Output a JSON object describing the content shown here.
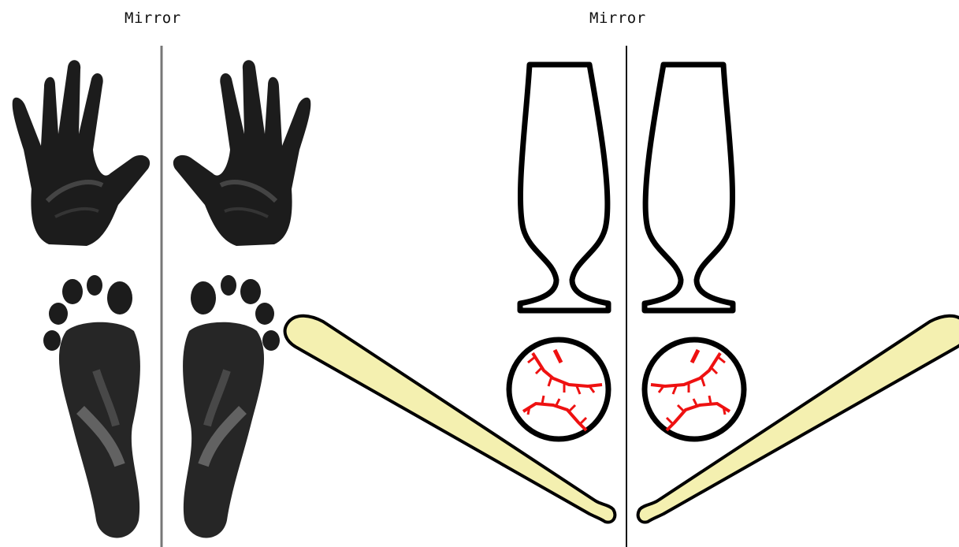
{
  "labels": {
    "left_mirror": "Mirror",
    "right_mirror": "Mirror"
  },
  "colors": {
    "print_ink": "#1c1c1c",
    "outline": "#000000",
    "mirror_line_left": "#777777",
    "mirror_line_right": "#111111",
    "bat_fill": "#f4f0b0",
    "stitch_red": "#ee1111"
  },
  "panels": [
    {
      "name": "hand-print-pair",
      "items": [
        "hand-print-icon",
        "hand-print-mirrored-icon"
      ]
    },
    {
      "name": "foot-print-pair",
      "items": [
        "foot-print-icon",
        "foot-print-mirrored-icon"
      ]
    },
    {
      "name": "glass-pair",
      "items": [
        "goblet-glass-icon",
        "goblet-glass-mirrored-icon"
      ]
    },
    {
      "name": "baseball-pair",
      "items": [
        "baseball-icon",
        "baseball-mirrored-icon"
      ]
    },
    {
      "name": "bat-pair",
      "items": [
        "baseball-bat-icon",
        "baseball-bat-mirrored-icon"
      ]
    }
  ]
}
